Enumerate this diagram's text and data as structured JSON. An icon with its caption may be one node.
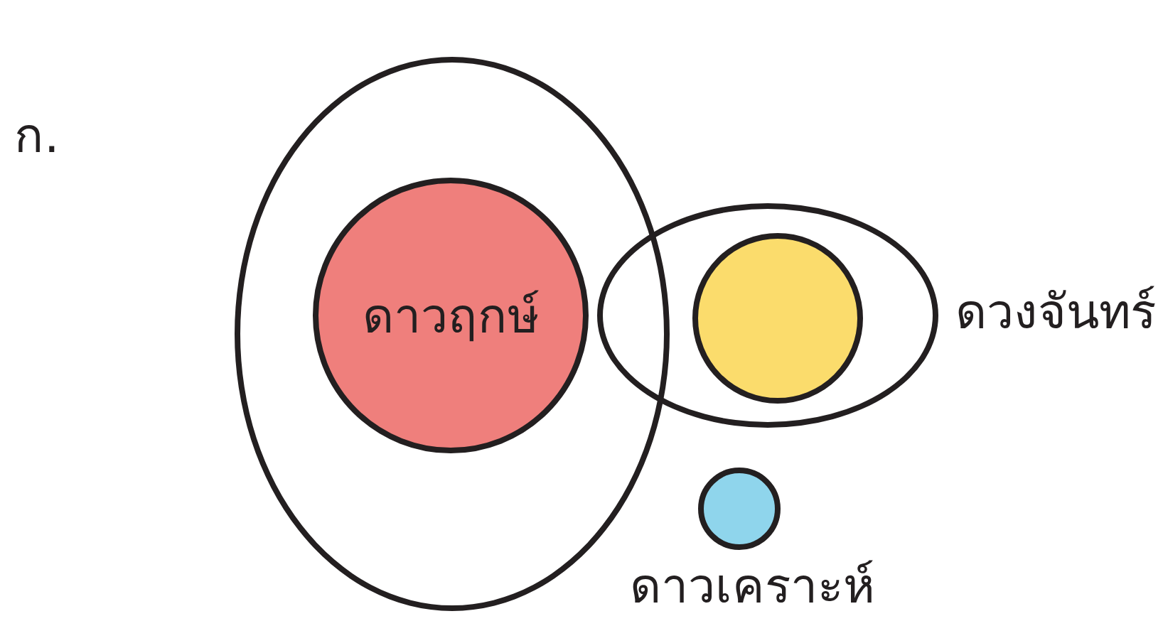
{
  "diagram": {
    "nodes": [
      {
        "text": [],
        "shape": "ellipse"
      },
      {
        "text": [
          "ดาวฤกษ์"
        ],
        "in": 0
      },
      {
        "text": [],
        "shape": "ellipse",
        "beside": [
          "ดวงจันทร์"
        ]
      },
      {
        "text": [],
        "shape": "circle",
        "in": 2
      },
      {
        "text": [],
        "shape": "circle",
        "beside": [
          "ดาวเคราะห์"
        ]
      }
    ],
    "labels": [
      "ก."
    ]
  }
}
